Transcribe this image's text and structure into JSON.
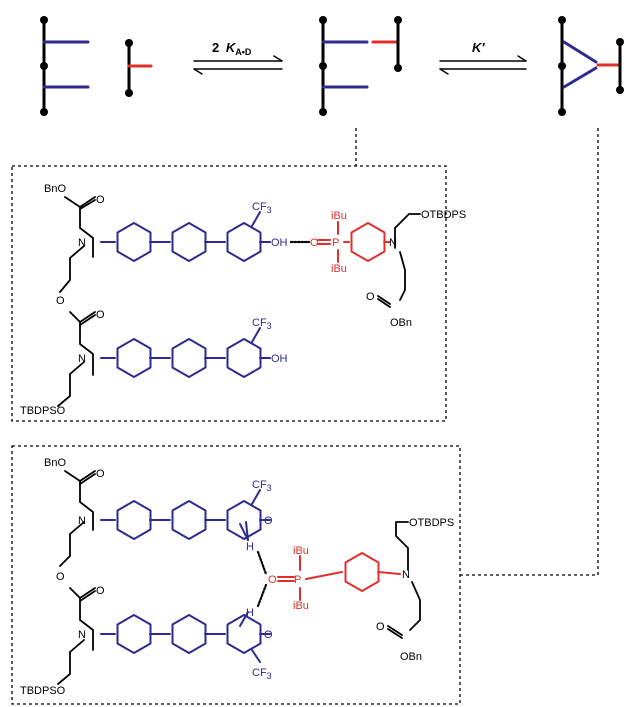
{
  "equilibria": {
    "first_coefficient": "2",
    "first_constant": "K",
    "first_subscript": "A•D",
    "second_constant": "K′"
  },
  "colors": {
    "acceptor": "#e0302c",
    "donor": "#2e2a8f",
    "backbone": "#000000"
  },
  "labels": {
    "bno": "BnO",
    "obn": "OBn",
    "otbdps": "OTBDPS",
    "tbdpso": "TBDPSO",
    "cf3_main": "CF",
    "cf3_sub": "3",
    "oh": "OH",
    "o": "O",
    "h": "H",
    "ibu": "iBu",
    "p": "P",
    "n": "N"
  }
}
